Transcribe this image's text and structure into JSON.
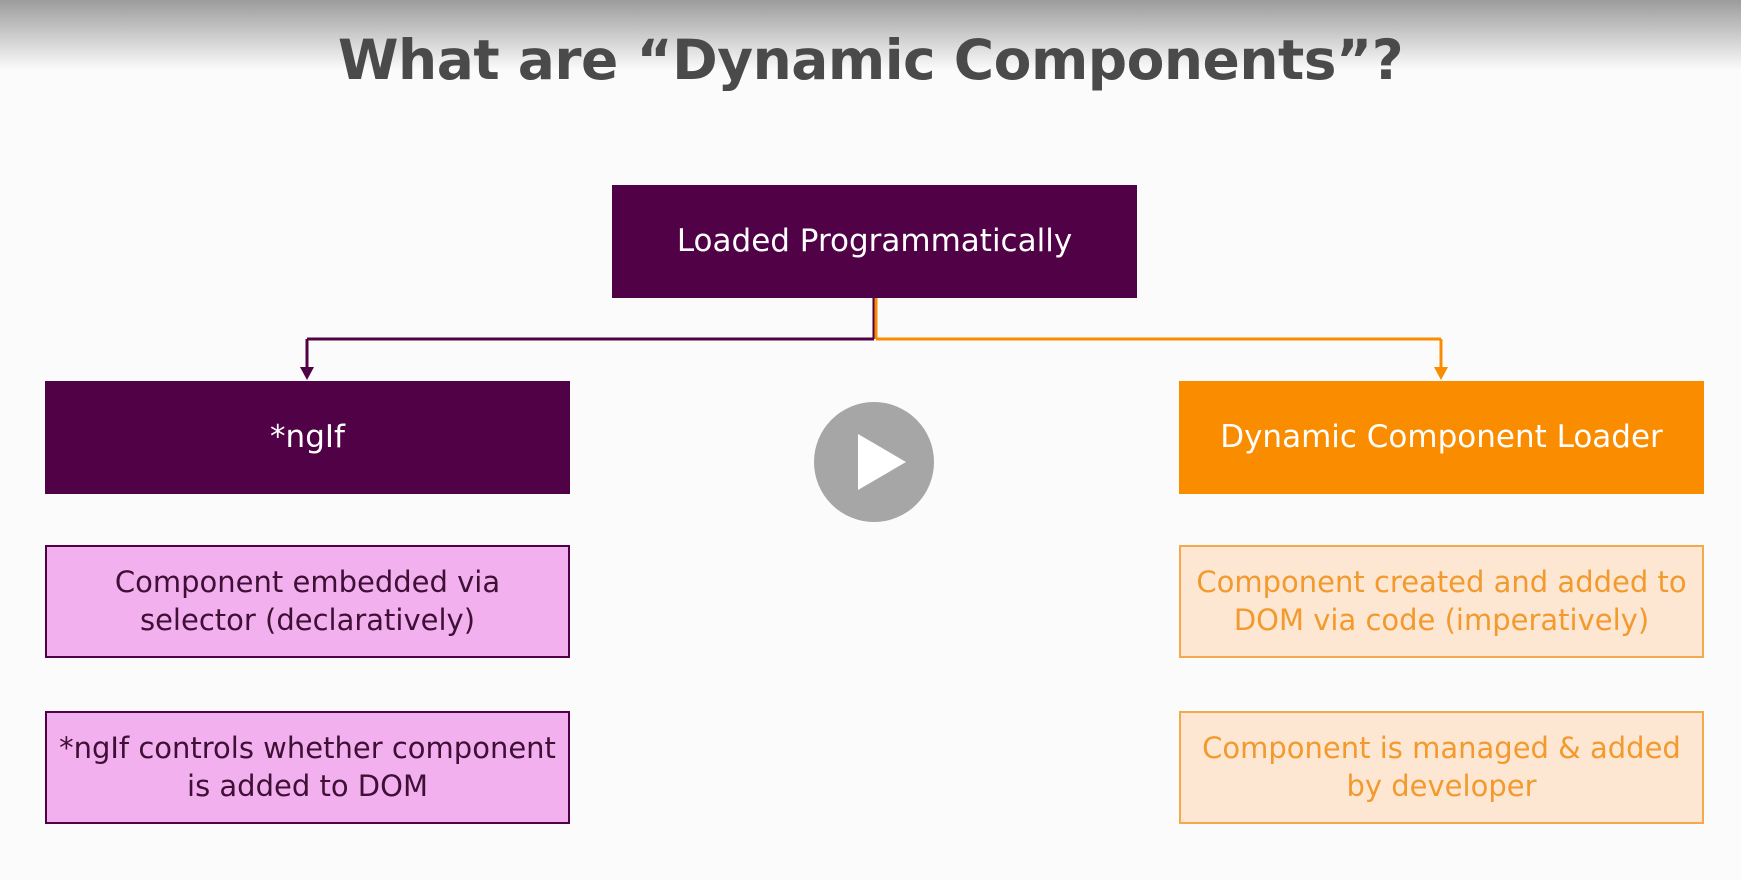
{
  "title": "What are “Dynamic Components”?",
  "diagram": {
    "root": "Loaded Programmatically",
    "left": {
      "heading": "*ngIf",
      "details": [
        "Component embedded via selector (declaratively)",
        "*ngIf controls whether component is added to DOM"
      ]
    },
    "right": {
      "heading": "Dynamic Component Loader",
      "details": [
        "Component created and added to DOM via code (imperatively)",
        "Component is managed & added by developer"
      ]
    }
  },
  "colors": {
    "purple": "#510146",
    "orange": "#fa8c00",
    "pink_fill": "#f2b0ef",
    "peach_fill": "#fee7d2"
  },
  "icons": {
    "play": "play-icon"
  }
}
